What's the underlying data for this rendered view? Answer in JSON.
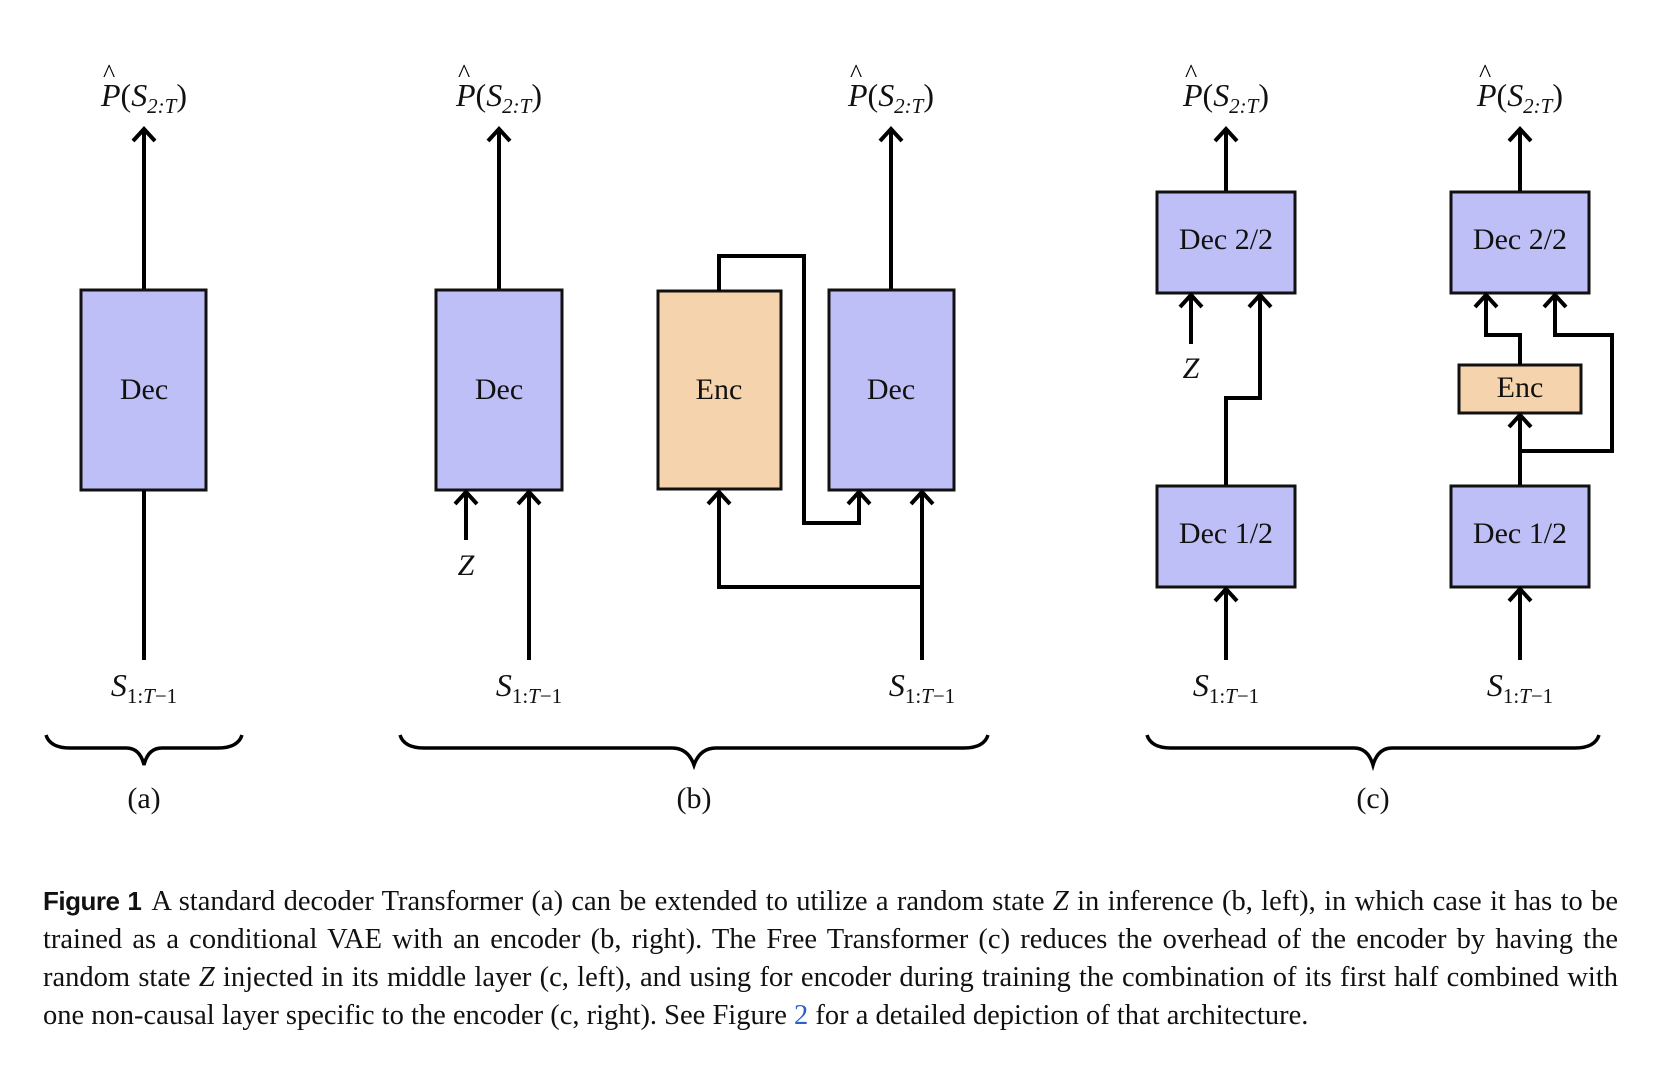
{
  "figure": {
    "colors": {
      "decoder_fill": "#bfbff7",
      "encoder_fill": "#f5d4ad",
      "stroke": "#111111",
      "link": "#2a62c9"
    },
    "output_label": {
      "base": "P",
      "hat": "^",
      "sub": "2:T",
      "text": "P̂(S2:T)"
    },
    "input_label": {
      "base": "S",
      "sub": "1:T−1",
      "text": "S1:T−1"
    },
    "latent_label": "Z",
    "panels": [
      {
        "id": "a",
        "label": "(a)",
        "models": [
          {
            "name": "standard-decoder",
            "blocks": [
              {
                "type": "decoder",
                "label": "Dec"
              }
            ],
            "output": "P̂(S2:T)",
            "input": "S1:T−1"
          }
        ]
      },
      {
        "id": "b",
        "label": "(b)",
        "models": [
          {
            "name": "decoder-with-z-inference",
            "blocks": [
              {
                "type": "decoder",
                "label": "Dec"
              }
            ],
            "extra_input": "Z",
            "output": "P̂(S2:T)",
            "input": "S1:T−1"
          },
          {
            "name": "conditional-vae",
            "blocks": [
              {
                "type": "encoder",
                "label": "Enc"
              },
              {
                "type": "decoder",
                "label": "Dec"
              }
            ],
            "output": "P̂(S2:T)",
            "input": "S1:T−1"
          }
        ]
      },
      {
        "id": "c",
        "label": "(c)",
        "models": [
          {
            "name": "free-transformer-inference",
            "blocks": [
              {
                "type": "decoder",
                "label": "Dec 2/2"
              },
              {
                "type": "decoder",
                "label": "Dec 1/2"
              }
            ],
            "extra_input": "Z",
            "output": "P̂(S2:T)",
            "input": "S1:T−1"
          },
          {
            "name": "free-transformer-training",
            "blocks": [
              {
                "type": "decoder",
                "label": "Dec 2/2"
              },
              {
                "type": "encoder",
                "label": "Enc"
              },
              {
                "type": "decoder",
                "label": "Dec 1/2"
              }
            ],
            "output": "P̂(S2:T)",
            "input": "S1:T−1"
          }
        ]
      }
    ]
  },
  "caption": {
    "label": "Figure 1",
    "segments": [
      {
        "text": "A standard decoder Transformer (a) can be extended to utilize a random state ",
        "style": "plain"
      },
      {
        "text": "Z",
        "style": "math"
      },
      {
        "text": " in inference (b, left), in which case it has to be trained as a conditional VAE with an encoder (b, right). The Free Transformer (c) reduces the overhead of the encoder by having the random state ",
        "style": "plain"
      },
      {
        "text": "Z",
        "style": "math"
      },
      {
        "text": " injected in its middle layer (c, left), and using for encoder during training the combination of its first half combined with one non-causal layer specific to the encoder (c, right). See Figure ",
        "style": "plain"
      },
      {
        "text": "2",
        "style": "link"
      },
      {
        "text": " for a detailed depiction of that architecture.",
        "style": "plain"
      }
    ]
  }
}
